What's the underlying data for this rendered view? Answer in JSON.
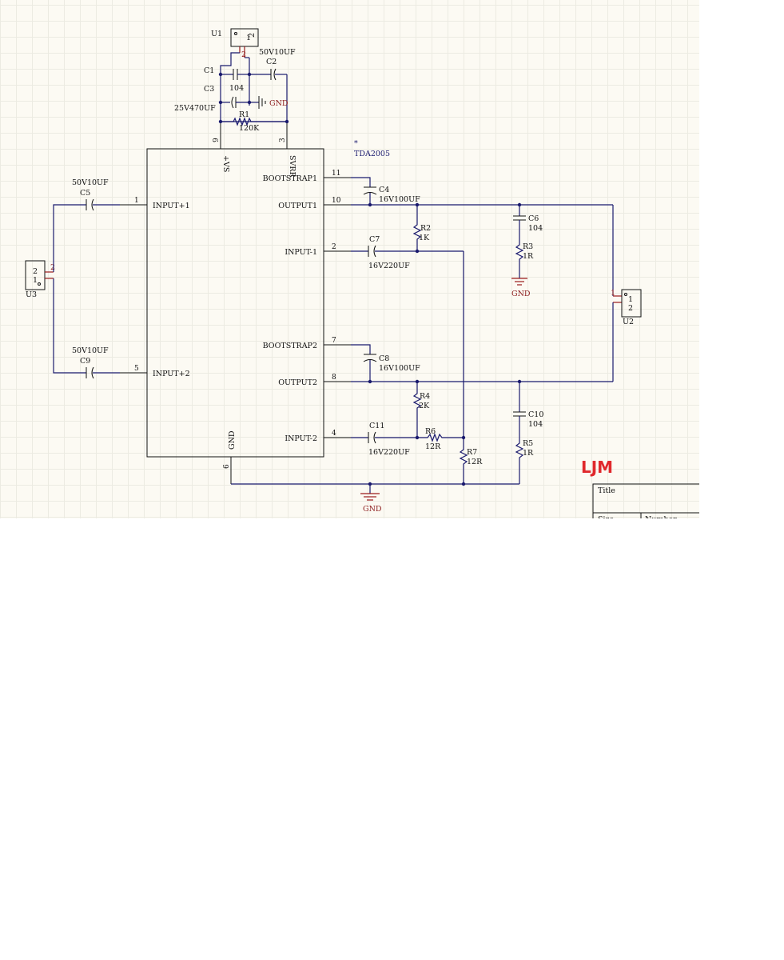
{
  "ic": {
    "part": "TDA2005",
    "star": "*",
    "pins_left": [
      {
        "num": "1",
        "name": "INPUT+1"
      },
      {
        "num": "5",
        "name": "INPUT+2"
      }
    ],
    "pins_right": [
      {
        "num": "11",
        "name": "BOOTSTRAP1"
      },
      {
        "num": "10",
        "name": "OUTPUT1"
      },
      {
        "num": "2",
        "name": "INPUT-1"
      },
      {
        "num": "7",
        "name": "BOOTSTRAP2"
      },
      {
        "num": "8",
        "name": "OUTPUT2"
      },
      {
        "num": "4",
        "name": "INPUT-2"
      }
    ],
    "pins_top": [
      {
        "num": "9",
        "name": "+VS"
      },
      {
        "num": "3",
        "name": "SVRR"
      }
    ],
    "pins_bottom": [
      {
        "num": "6",
        "name": "GND"
      }
    ]
  },
  "connectors": {
    "u1": {
      "ref": "U1",
      "pin1": "1",
      "pin2": "2"
    },
    "u2": {
      "ref": "U2",
      "pin1": "1",
      "pin2": "2"
    },
    "u3": {
      "ref": "U3",
      "pin1": "1",
      "pin2": "2"
    }
  },
  "components": {
    "c1": {
      "ref": "C1",
      "value": "104"
    },
    "c2": {
      "ref": "C2",
      "value": "50V10UF"
    },
    "c3": {
      "ref": "C3",
      "value": "25V470UF"
    },
    "r1": {
      "ref": "R1",
      "value": "120K"
    },
    "c4": {
      "ref": "C4",
      "value": "16V100UF"
    },
    "c5": {
      "ref": "C5",
      "value": "50V10UF"
    },
    "c6": {
      "ref": "C6",
      "value": "104"
    },
    "c7": {
      "ref": "C7",
      "value": "16V220UF"
    },
    "c8": {
      "ref": "C8",
      "value": "16V100UF"
    },
    "c9": {
      "ref": "C9",
      "value": "50V10UF"
    },
    "c10": {
      "ref": "C10",
      "value": "104"
    },
    "c11": {
      "ref": "C11",
      "value": "16V220UF"
    },
    "r2": {
      "ref": "R2",
      "value": "1K"
    },
    "r3": {
      "ref": "R3",
      "value": "1R"
    },
    "r4": {
      "ref": "R4",
      "value": "2K"
    },
    "r5": {
      "ref": "R5",
      "value": "1R"
    },
    "r6": {
      "ref": "R6",
      "value": "12R"
    },
    "r7": {
      "ref": "R7",
      "value": "12R"
    }
  },
  "gnd_labels": {
    "top": "GND",
    "mid": "GND",
    "bottom": "GND"
  },
  "logo": "LJM",
  "title_block": {
    "title": "Title",
    "size": "Size",
    "number": "Number"
  },
  "colors": {
    "wire": "#1a1a6e",
    "outline": "#111111",
    "connector_pin": "#9a1b1b",
    "logo": "#e0282c"
  }
}
